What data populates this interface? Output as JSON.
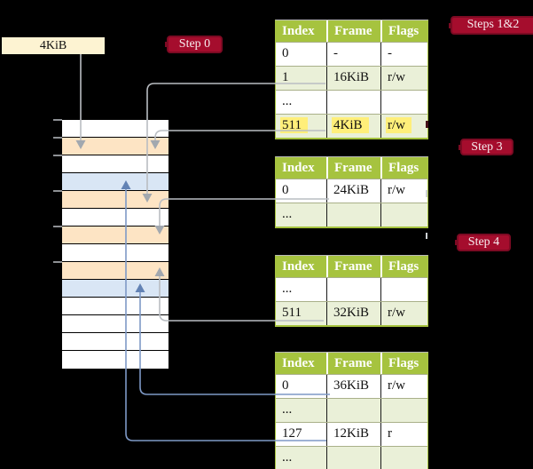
{
  "frame_box": {
    "label": "4KiB"
  },
  "step_labels": [
    {
      "id": "step0",
      "label": "Step 0"
    },
    {
      "id": "steps12",
      "label": "Steps 1&2"
    },
    {
      "id": "step3",
      "label": "Step 3"
    },
    {
      "id": "step4",
      "label": "Step 4"
    }
  ],
  "memory": {
    "rows": [
      "white",
      "orange",
      "white",
      "blue",
      "orange",
      "white",
      "orange",
      "white",
      "orange",
      "blue",
      "white",
      "white",
      "white",
      "white"
    ]
  },
  "page_tables": [
    {
      "name": "page-table-steps-1-2",
      "headers": [
        "Index",
        "Frame",
        "Flags"
      ],
      "rows": [
        {
          "cells": [
            "0",
            "-",
            "-"
          ],
          "shaded": false,
          "highlighted": false
        },
        {
          "cells": [
            "1",
            "16KiB",
            "r/w"
          ],
          "shaded": true,
          "highlighted": false
        },
        {
          "cells": [
            "...",
            "",
            ""
          ],
          "shaded": false,
          "highlighted": false
        },
        {
          "cells": [
            "511",
            "4KiB",
            "r/w"
          ],
          "shaded": true,
          "highlighted": true
        }
      ]
    },
    {
      "name": "page-table-step-3",
      "headers": [
        "Index",
        "Frame",
        "Flags"
      ],
      "rows": [
        {
          "cells": [
            "0",
            "24KiB",
            "r/w"
          ],
          "shaded": false,
          "highlighted": false
        },
        {
          "cells": [
            "...",
            "",
            ""
          ],
          "shaded": true,
          "highlighted": false
        }
      ]
    },
    {
      "name": "page-table-step-4",
      "headers": [
        "Index",
        "Frame",
        "Flags"
      ],
      "rows": [
        {
          "cells": [
            "...",
            "",
            ""
          ],
          "shaded": false,
          "highlighted": false
        },
        {
          "cells": [
            "511",
            "32KiB",
            "r/w"
          ],
          "shaded": true,
          "highlighted": false
        }
      ]
    },
    {
      "name": "page-table-final",
      "headers": [
        "Index",
        "Frame",
        "Flags"
      ],
      "rows": [
        {
          "cells": [
            "0",
            "36KiB",
            "r/w"
          ],
          "shaded": false,
          "highlighted": false
        },
        {
          "cells": [
            "...",
            "",
            ""
          ],
          "shaded": true,
          "highlighted": false
        },
        {
          "cells": [
            "127",
            "12KiB",
            "r"
          ],
          "shaded": false,
          "highlighted": false
        },
        {
          "cells": [
            "...",
            "",
            ""
          ],
          "shaded": true,
          "highlighted": false
        }
      ]
    }
  ],
  "colors": {
    "crimson": "#a50d2d",
    "crimson-dark": "#7d0a23",
    "olive": "#a6c33f",
    "row-green": "#eaf0d8",
    "orange": "#fde4c4",
    "blue": "#d9e6f5",
    "cream": "#fdf3d2",
    "highlight": "#ffef7a",
    "arrow-gray": "#b9bdc2",
    "arrow-blue": "#7e99c6"
  }
}
